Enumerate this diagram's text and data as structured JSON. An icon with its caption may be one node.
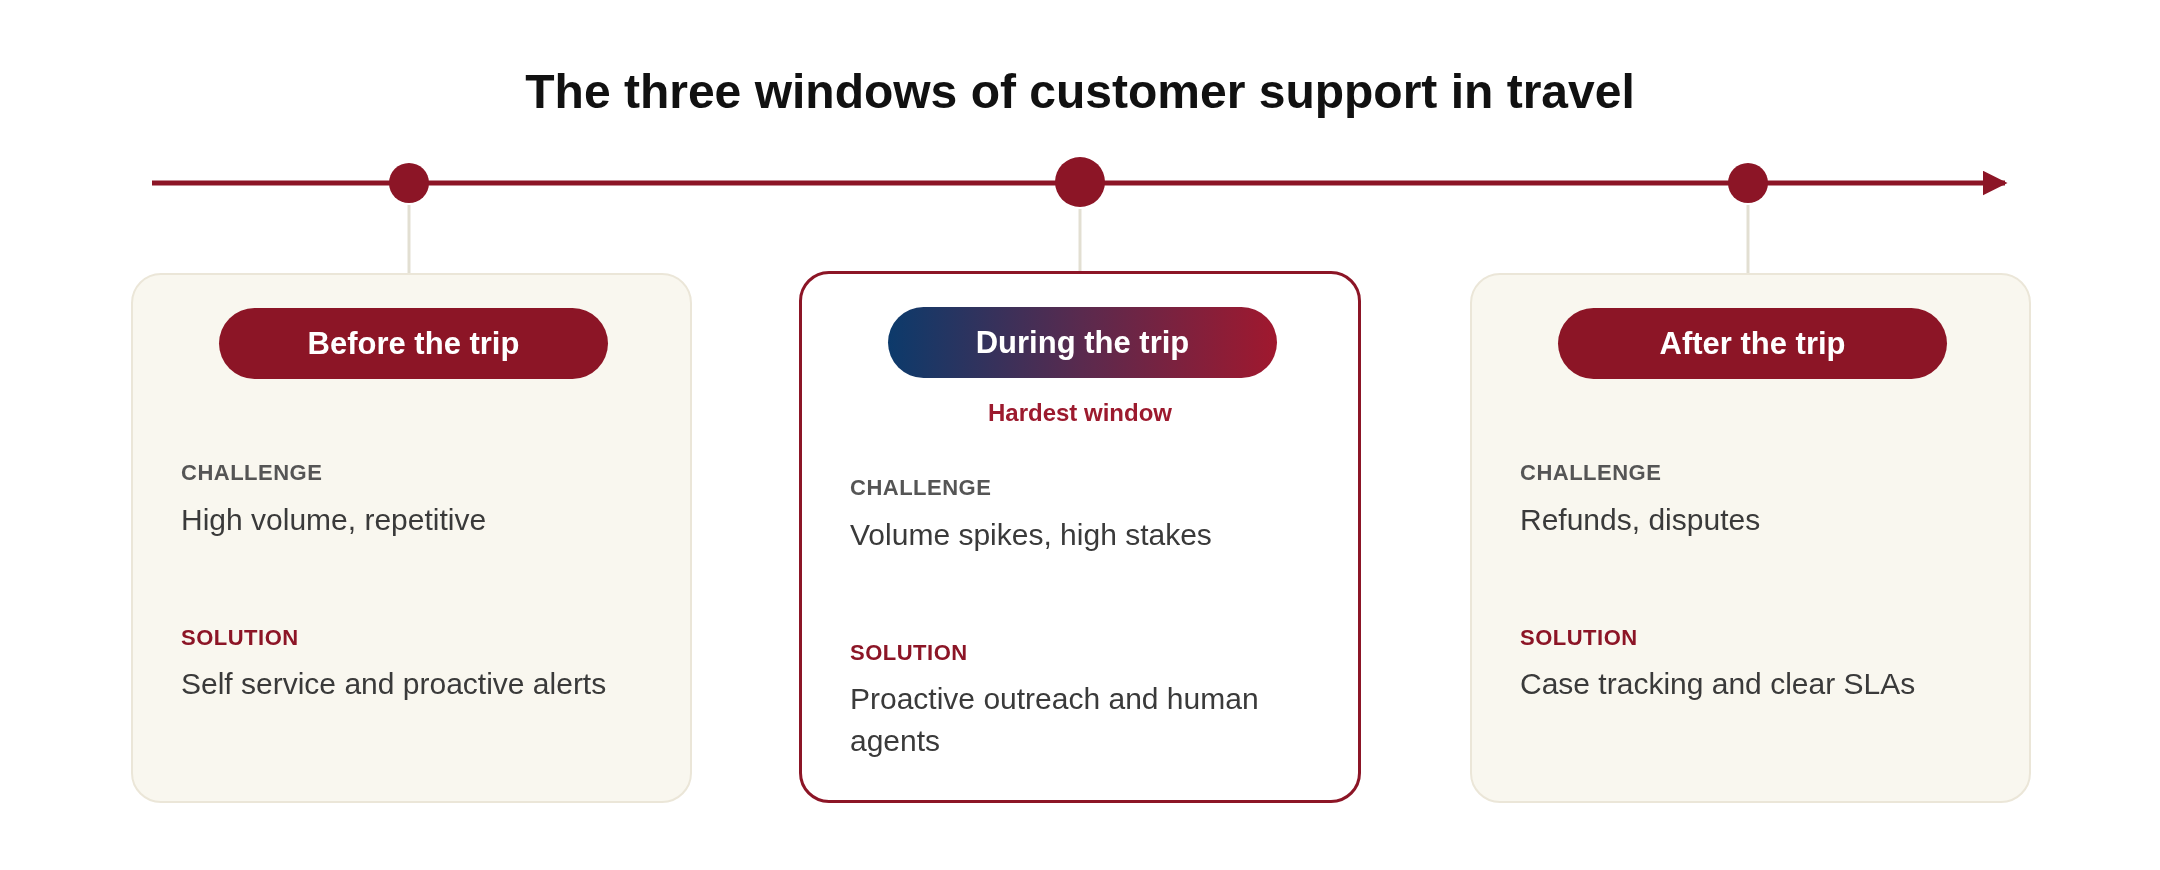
{
  "diagram": {
    "title": "The three windows of customer support in travel",
    "nodes": [
      {
        "text": [],
        "shape": "circle"
      },
      {
        "text": [],
        "shape": "circle"
      },
      {
        "text": [],
        "shape": "circle"
      },
      {
        "text": [
          "CHALLENGE",
          "High volume, repetitive",
          "SOLUTION",
          "Self service and proactive alerts"
        ]
      },
      {
        "text": [
          "Before the trip"
        ],
        "in": 3
      },
      {
        "text": [
          "Hardest window",
          "CHALLENGE",
          "Volume spikes, high stakes",
          "SOLUTION",
          "Proactive outreach and human agents"
        ]
      },
      {
        "text": [
          "During the trip"
        ],
        "in": 5
      },
      {
        "text": [
          "CHALLENGE",
          "Refunds, disputes",
          "SOLUTION",
          "Case tracking and clear SLAs"
        ]
      },
      {
        "text": [
          "After the trip"
        ],
        "in": 7
      }
    ],
    "edges": [
      {
        "from": 0,
        "to": 3,
        "arrow": "none"
      },
      {
        "from": 1,
        "to": 5,
        "arrow": "none"
      },
      {
        "from": 2,
        "to": 7,
        "arrow": "none"
      }
    ]
  }
}
